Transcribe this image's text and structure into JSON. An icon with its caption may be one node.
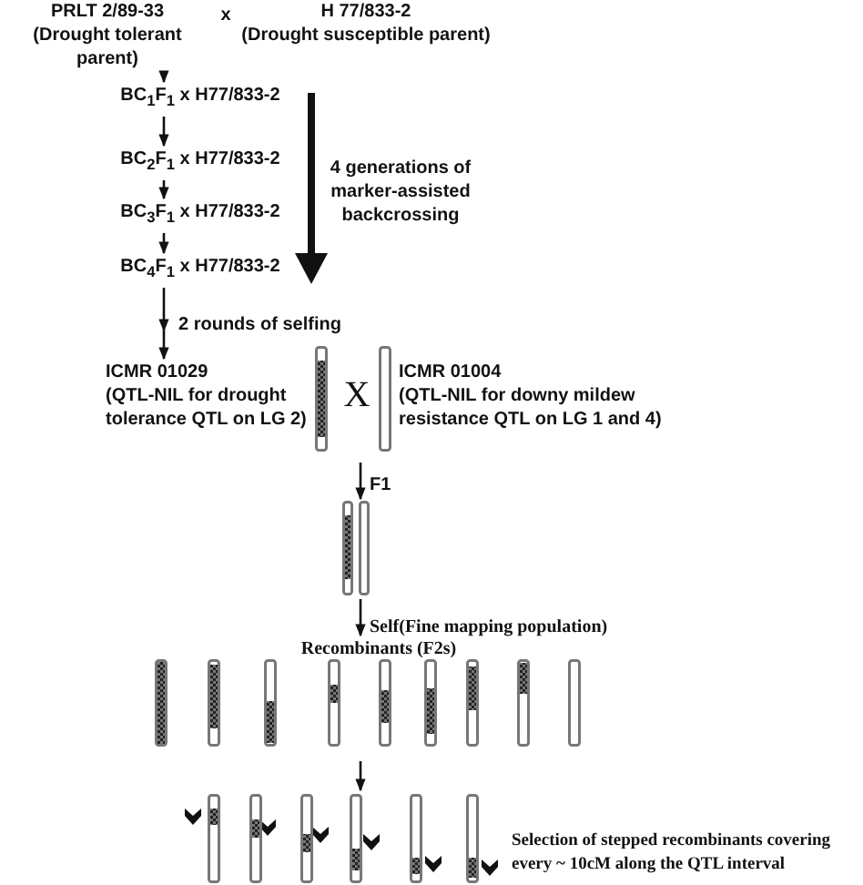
{
  "diagram": {
    "nodes": [
      {
        "text": [
          "PRLT 2/89-33",
          "(Drought tolerant parent)"
        ]
      },
      {
        "text": [
          "H 77/833-2",
          "(Drought susceptible parent)"
        ]
      },
      {
        "text": [
          "BC$_{1}$F$_{1}$ x H77/833-2"
        ]
      },
      {
        "text": [
          "BC$_{2}$F$_{1}$ x H77/833-2"
        ]
      },
      {
        "text": [
          "BC$_{3}$F$_{1}$ x H77/833-2"
        ]
      },
      {
        "text": [
          "BC$_{4}$F$_{1}$ x H77/833-2"
        ]
      },
      {
        "text": [
          "ICMR 01029",
          "(QTL-NIL for drought tolerance QTL on LG 2)"
        ]
      },
      {
        "text": [],
        "shape": "bar"
      },
      {
        "text": [],
        "shape": "bar"
      },
      {
        "text": [
          "ICMR 01004",
          "(QTL-NIL for downy mildew resistance QTL on LG 1 and 4)"
        ]
      },
      {
        "text": [],
        "shape": "bar"
      },
      {
        "text": [
          "Recombinants (F2s)"
        ]
      },
      {
        "text": [],
        "shape": "bar"
      },
      {
        "text": [],
        "shape": "bar"
      },
      {
        "text": [],
        "shape": "bar"
      },
      {
        "text": [],
        "shape": "bar"
      },
      {
        "text": [],
        "shape": "bar"
      },
      {
        "text": [],
        "shape": "bar"
      },
      {
        "text": [],
        "shape": "bar"
      },
      {
        "text": [],
        "shape": "bar"
      },
      {
        "text": [],
        "shape": "bar"
      },
      {
        "text": [],
        "shape": "bar"
      },
      {
        "text": [],
        "shape": "bar"
      },
      {
        "text": [],
        "shape": "bar"
      },
      {
        "text": [],
        "shape": "bar"
      },
      {
        "text": [],
        "shape": "bar"
      },
      {
        "text": [],
        "shape": "bar"
      }
    ],
    "edges": [
      {
        "from": 0,
        "to": 2,
        "arrow": "to"
      },
      {
        "from": 2,
        "to": 3,
        "arrow": "to"
      },
      {
        "from": 3,
        "to": 4,
        "arrow": "to"
      },
      {
        "from": 4,
        "to": 5,
        "arrow": "to"
      },
      {
        "from": 5,
        "to": 6,
        "arrow": "to",
        "label": "2 rounds of selfing"
      },
      {
        "from": null,
        "to": 10,
        "arrow": "to",
        "label": "F1"
      },
      {
        "from": 10,
        "to": 11,
        "arrow": "to",
        "label": "Self(Fine mapping population)"
      },
      {
        "from": null,
        "to": 24,
        "arrow": "to"
      }
    ],
    "labels": [
      "x",
      "4 generations of marker-assisted backcrossing",
      "X",
      "Selection of stepped recombinants covering every ~ 10cM along the QTL interval"
    ]
  }
}
